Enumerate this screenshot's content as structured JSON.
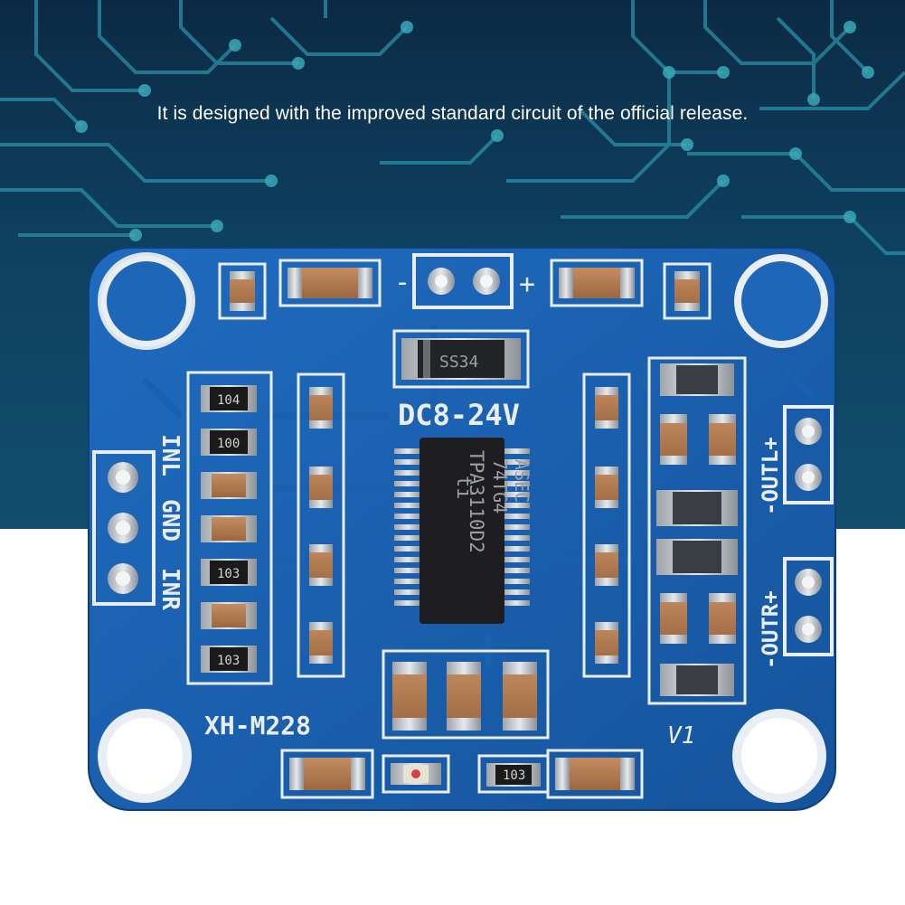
{
  "caption": "It is designed with the improved standard circuit of the official release.",
  "board": {
    "voltage_label": "DC8-24V",
    "minus_label": "-",
    "plus_label": "+",
    "model_label": "XH-M228",
    "version_label": "V1",
    "diode_label": "SS34",
    "chip_logo": "ti",
    "chip_line1": "TPA3110D2",
    "chip_line2": "74TG4",
    "chip_line3": "ASEC",
    "input_labels": [
      "INL",
      "GND",
      "INR"
    ],
    "output_left_label": "-OUTL+",
    "output_right_label": "-OUTR+",
    "resistor_codes": [
      "104",
      "100",
      "103",
      "103",
      "103"
    ]
  },
  "colors": {
    "banner": "#0e4060",
    "pcb": "#1a5fb0",
    "silkscreen": "#e8eef4",
    "chip": "#1e1e20",
    "capacitor": "#b57a50"
  }
}
